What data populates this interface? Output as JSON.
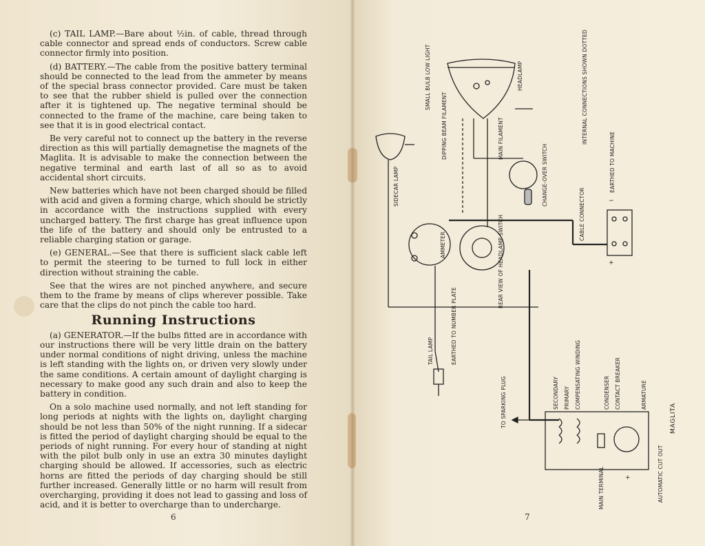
{
  "left_page": {
    "paragraphs": [
      "(c) TAIL LAMP.—Bare about ½in. of cable, thread through cable connector and spread ends of conductors. Screw cable connector firmly into position.",
      "(d) BATTERY.—The cable from the positive battery terminal should be connected to the lead from the ammeter by means of the special brass connector provided. Care must be taken to see that the rubber shield is pulled over the connection after it is tightened up. The negative terminal should be connected to the frame of the machine, care being taken to see that it is in good electrical contact.",
      "Be very careful not to connect up the battery in the reverse direction as this will partially demagnetise the magnets of the Maglita. It is advisable to make the connection between the negative terminal and earth last of all so as to avoid accidental short circuits.",
      "New batteries which have not been charged should be filled with acid and given a forming charge, which should be strictly in accordance with the instructions supplied with every uncharged battery. The first charge has great influence upon the life of the battery and should only be entrusted to a reliable charging station or garage.",
      "(e) GENERAL.—See that there is sufficient slack cable left to permit the steering to be turned to full lock in either direction without straining the cable.",
      "See that the wires are not pinched anywhere, and secure them to the frame by means of clips wherever possible. Take care that the clips do not pinch the cable too hard."
    ],
    "heading": "Running Instructions",
    "paragraphs_after": [
      "(a) GENERATOR.—If the bulbs fitted are in accordance with our instructions there will be very little drain on the battery under normal conditions of night driving, unless the machine is left standing with the lights on, or driven very slowly under the same conditions. A certain amount of daylight charging is necessary to make good any such drain and also to keep the battery in condition.",
      "On a solo machine used normally, and not left standing for long periods at nights with the lights on, daylight charging should be not less than 50% of the night running. If a sidecar is fitted the period of daylight charging should be equal to the periods of night running. For every hour of standing at night with the pilot bulb only in use an extra 30 minutes daylight charging should be allowed. If accessories, such as electric horns are fitted the periods of day charging should be still further increased. Generally little or no harm will result from overcharging, providing it does not lead to gassing and loss of acid, and it is better to overcharge than to undercharge."
    ],
    "page_number": "6"
  },
  "right_page": {
    "page_number": "7",
    "labels": {
      "small_bulb": "SMALL BULB LOW LIGHT",
      "dipping_filament": "DIPPING BEAM FILAMENT",
      "main_filament": "MAIN FILAMENT",
      "headlamp": "HEADLAMP",
      "internal_connections": "INTERNAL CONNECTIONS SHOWN DOTTED",
      "sidecar_lamp": "SIDECAR LAMP",
      "change_over_switch": "CHANGE-OVER SWITCH",
      "earthed_to_machine": "EARTHED TO MACHINE",
      "cable_connector": "CABLE CONNECTOR",
      "ammeter": "AMMETER",
      "rear_view_switch": "REAR VIEW OF HEADLAMP SWITCH",
      "tail_lamp": "TAIL LAMP",
      "earthed_number_plate": "EARTHED TO NUMBER PLATE",
      "to_sparking_plug": "TO SPARKING PLUG",
      "secondary": "SECONDARY",
      "primary": "PRIMARY",
      "compensating_winding": "COMPENSATING WINDING",
      "condenser": "CONDENSER",
      "contact_breaker": "CONTACT BREAKER",
      "armature": "ARMATURE",
      "maglita": "MAGLITA",
      "main_terminal": "MAIN TERMINAL",
      "automatic_cutout": "AUTOMATIC CUT OUT",
      "plus": "+",
      "minus": "−"
    }
  }
}
